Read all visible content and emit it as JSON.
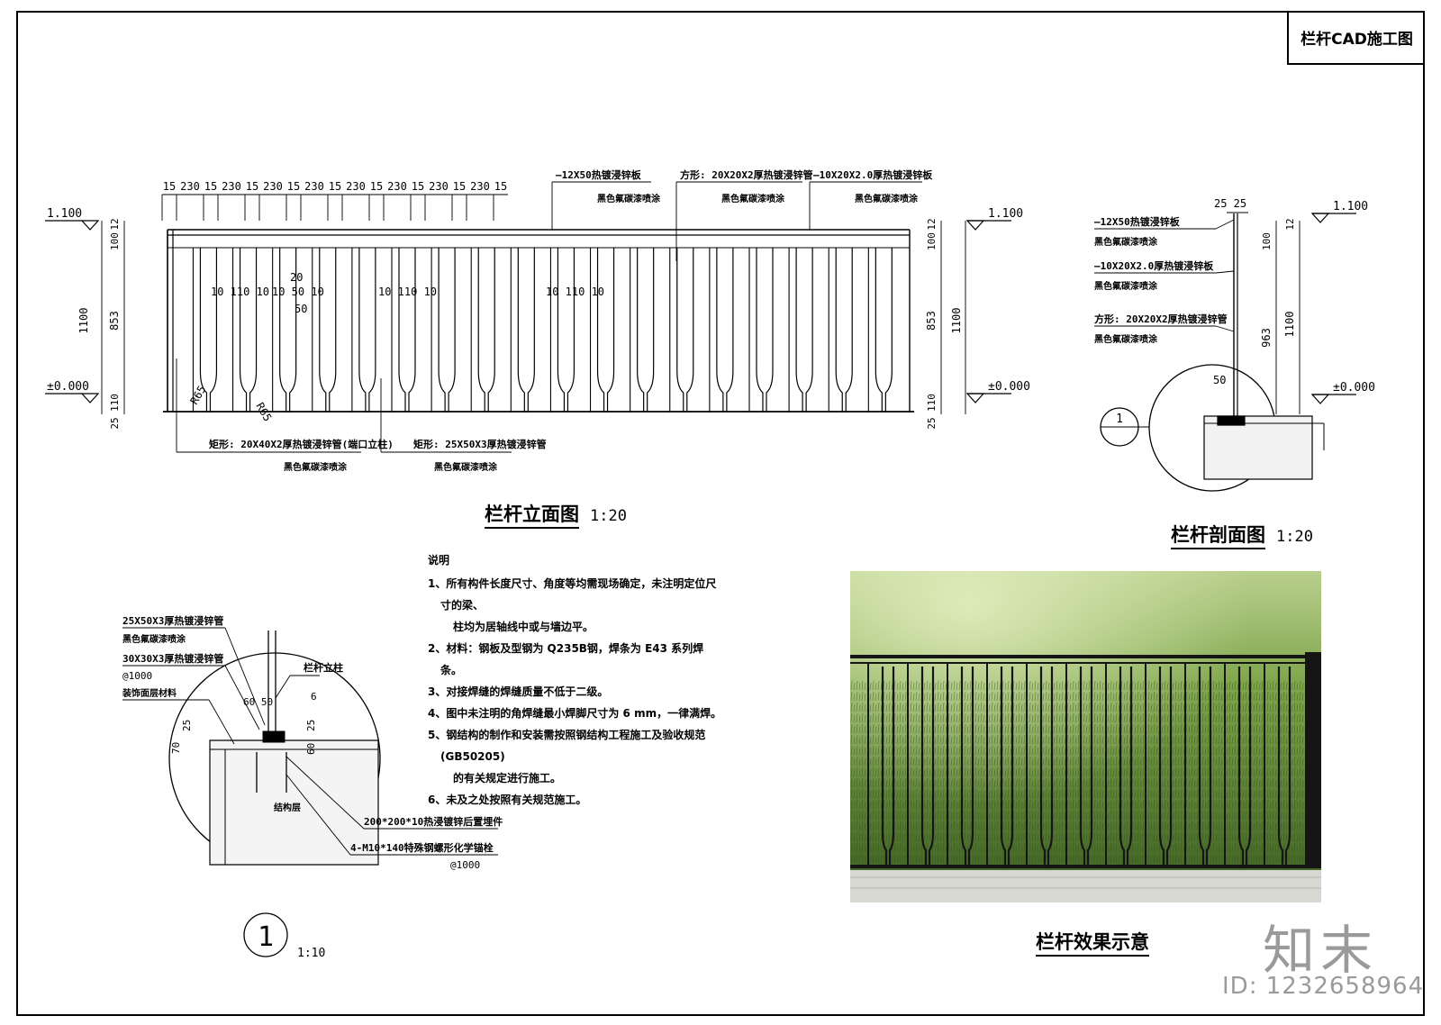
{
  "title_block": "栏杆CAD施工图",
  "elevation": {
    "caption": "栏杆立面图",
    "scale": "1:20",
    "top_spacing": [
      "15",
      "230",
      "15",
      "230",
      "15",
      "230",
      "15",
      "230",
      "15",
      "230",
      "15",
      "230",
      "15",
      "230",
      "15",
      "230",
      "15"
    ],
    "level_top": "1.100",
    "level_bottom": "±0.000",
    "dims_left": {
      "d12": "12",
      "d100": "100",
      "d853": "853",
      "d1100": "1100",
      "d110": "110",
      "d25": "25"
    },
    "inner_dims": {
      "a": "10 110 10",
      "b": "10 50 10",
      "c": "20",
      "d": "50",
      "e": "10 110 10",
      "f": "10 110 10"
    },
    "radius": "R65",
    "callout_top_1": {
      "line1": "—12X50热镀浸锌板",
      "line2": "黑色氟碳漆喷涂"
    },
    "callout_top_2": {
      "line1": "方形: 20X20X2厚热镀浸锌管",
      "line2": "黑色氟碳漆喷涂"
    },
    "callout_top_3": {
      "line1": "—10X20X2.0厚热镀浸锌板",
      "line2": "黑色氟碳漆喷涂"
    },
    "callout_bot_1": {
      "line1": "矩形: 20X40X2厚热镀浸锌管(端口立柱)",
      "line2": "黑色氟碳漆喷涂"
    },
    "callout_bot_2": {
      "line1": "矩形: 25X50X3厚热镀浸锌管",
      "line2": "黑色氟碳漆喷涂"
    }
  },
  "section": {
    "caption": "栏杆剖面图",
    "scale": "1:20",
    "top_dim": "25  25",
    "d50": "50",
    "d963": "963",
    "level_top": "1.100",
    "level_bottom": "±0.000",
    "d1100": "1100",
    "d100": "100",
    "d12": "12",
    "d25": "25",
    "marker": "1",
    "labels": [
      {
        "line1": "—12X50热镀浸锌板",
        "line2": "黑色氟碳漆喷涂"
      },
      {
        "line1": "—10X20X2.0厚热镀浸锌板",
        "line2": "黑色氟碳漆喷涂"
      },
      {
        "line1": "方形: 20X20X2厚热镀浸锌管",
        "line2": "黑色氟碳漆喷涂"
      }
    ]
  },
  "notes": {
    "title": "说明",
    "items": [
      {
        "no": "1、",
        "line1": "所有构件长度尺寸、角度等均需现场确定，未注明定位尺寸的梁、",
        "line2": "柱均为居轴线中或与墙边平。"
      },
      {
        "no": "2、",
        "line1": "材料：钢板及型钢为 Q235B钢，焊条为 E43  系列焊条。",
        "line2": ""
      },
      {
        "no": "3、",
        "line1": "对接焊缝的焊缝质量不低于二级。",
        "line2": ""
      },
      {
        "no": "4、",
        "line1": "图中未注明的角焊缝最小焊脚尺寸为 6 mm，一律满焊。",
        "line2": ""
      },
      {
        "no": "5、",
        "line1": "钢结构的制作和安装需按照钢结构工程施工及验收规范(GB50205)",
        "line2": "的有关规定进行施工。"
      },
      {
        "no": "6、",
        "line1": "未及之处按照有关规范施工。",
        "line2": ""
      }
    ]
  },
  "detail": {
    "marker": "1",
    "scale": "1:10",
    "label1": {
      "line1": "25X50X3厚热镀浸锌管",
      "line2": "黑色氟碳漆喷涂"
    },
    "label2": {
      "line1": "30X30X3厚热镀浸锌管",
      "line2": "@1000"
    },
    "label3": "装饰面层材料",
    "post": "栏杆立柱",
    "d6": "6",
    "d60_50": "60 50",
    "d25a": "25",
    "d25b": "25",
    "d70": "70",
    "d60": "60",
    "structure": "结构层",
    "embed": "200*200*10热浸镀锌后置埋件",
    "anchor": {
      "line1": "4-M10*140特殊钢螺形化学锚栓",
      "line2": "@1000"
    }
  },
  "effect": {
    "caption": "栏杆效果示意"
  },
  "brand": {
    "logo": "知末",
    "id": "ID: 1232658964"
  },
  "colors": {
    "line": "#000000",
    "grass_dark": "#2f4a1c",
    "grass_light": "#8db55a",
    "rail": "#1a1a1a",
    "watermark": "#9a9a9a"
  }
}
